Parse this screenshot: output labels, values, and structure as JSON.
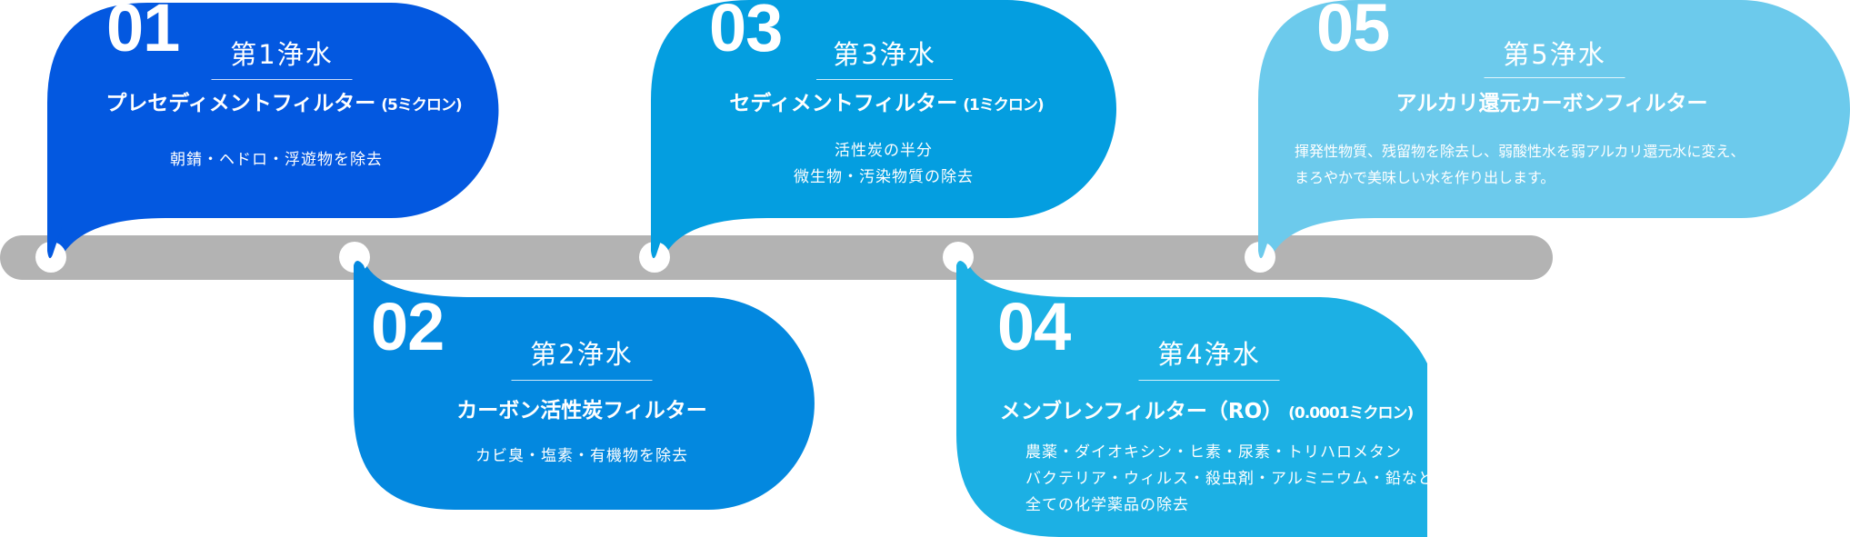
{
  "colors": {
    "bar": "#b3b3b3",
    "step1": "#0358e0",
    "step2": "#0388df",
    "step3": "#049ee0",
    "step4": "#1cb0e4",
    "step5": "#6ccaec"
  },
  "steps": [
    {
      "number": "01",
      "title": "第1浄水",
      "subtitle": "プレセディメントフィルター",
      "subtitle_note": "(5ミクロン)",
      "description": [
        "朝錆・ヘドロ・浮遊物を除去"
      ]
    },
    {
      "number": "02",
      "title": "第2浄水",
      "subtitle": "カーボン活性炭フィルター",
      "subtitle_note": "",
      "description": [
        "カビ臭・塩素・有機物を除去"
      ]
    },
    {
      "number": "03",
      "title": "第3浄水",
      "subtitle": "セディメントフィルター",
      "subtitle_note": "(1ミクロン)",
      "description": [
        "活性炭の半分",
        "微生物・汚染物質の除去"
      ]
    },
    {
      "number": "04",
      "title": "第4浄水",
      "subtitle": "メンブレンフィルター（RO）",
      "subtitle_note": "(0.0001ミクロン)",
      "description": [
        "農薬・ダイオキシン・ヒ素・尿素・トリハロメタン",
        "バクテリア・ウィルス・殺虫剤・アルミニウム・鉛など",
        "全ての化学薬品の除去"
      ]
    },
    {
      "number": "05",
      "title": "第5浄水",
      "subtitle": "アルカリ還元カーボンフィルター",
      "subtitle_note": "",
      "description": [
        "揮発性物質、残留物を除去し、弱酸性水を弱アルカリ還元水に変え、",
        "まろやかで美味しい水を作り出します。"
      ]
    }
  ]
}
